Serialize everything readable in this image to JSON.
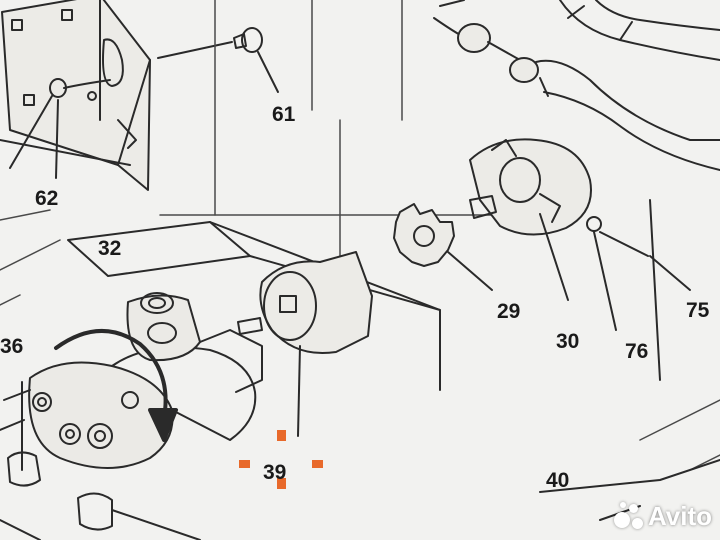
{
  "labels": {
    "l61": "61",
    "l62": "62",
    "l32": "32",
    "l36": "36",
    "l29": "29",
    "l30": "30",
    "l76": "76",
    "l75": "75",
    "l39": "39",
    "l40": "40"
  },
  "watermark": {
    "text": "Avito"
  },
  "colors": {
    "line": "#2a2a2a",
    "marker": "#e8692a",
    "paper": "#f2f2f0"
  }
}
